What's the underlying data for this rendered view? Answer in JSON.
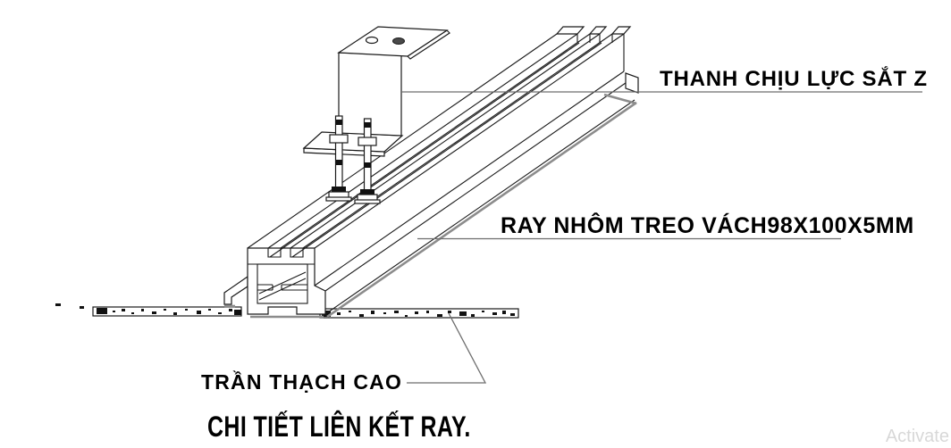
{
  "drawing": {
    "title": "CHI TIẾT LIÊN KẾT RAY.",
    "labels": {
      "z_bar": "THANH CHỊU LỰC SẮT Z",
      "rail": "RAY NHÔM TREO VÁCH98X100X5MM",
      "ceiling": "TRẦN THẠCH CAO"
    },
    "watermark": "Activate",
    "colors": {
      "line": "#1a1a1a",
      "leader": "#6e6e6e",
      "shadow": "#8c8c8c",
      "hole_fill": "#4a4a4a",
      "watermark": "#d8d8d8"
    }
  }
}
